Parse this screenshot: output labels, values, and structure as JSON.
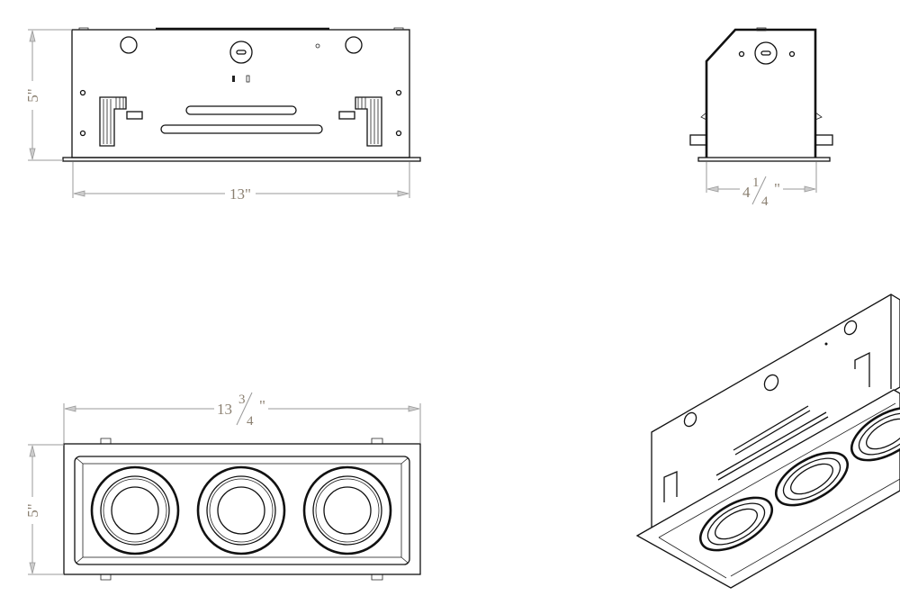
{
  "drawing": {
    "front_view": {
      "height_label": "5\"",
      "width_label": "13\""
    },
    "side_view": {
      "depth_label": {
        "whole": "4",
        "num": "1",
        "den": "4",
        "unit": "\""
      }
    },
    "bottom_view": {
      "width_label": {
        "whole": "13",
        "num": "3",
        "den": "4",
        "unit": "\""
      },
      "height_label": "5\"",
      "lamp_count": 3
    },
    "isometric_view": {
      "lamp_count": 3
    },
    "colors": {
      "line": "#111111",
      "dimension_line": "#999999",
      "dimension_text": "#8a7f70"
    }
  }
}
